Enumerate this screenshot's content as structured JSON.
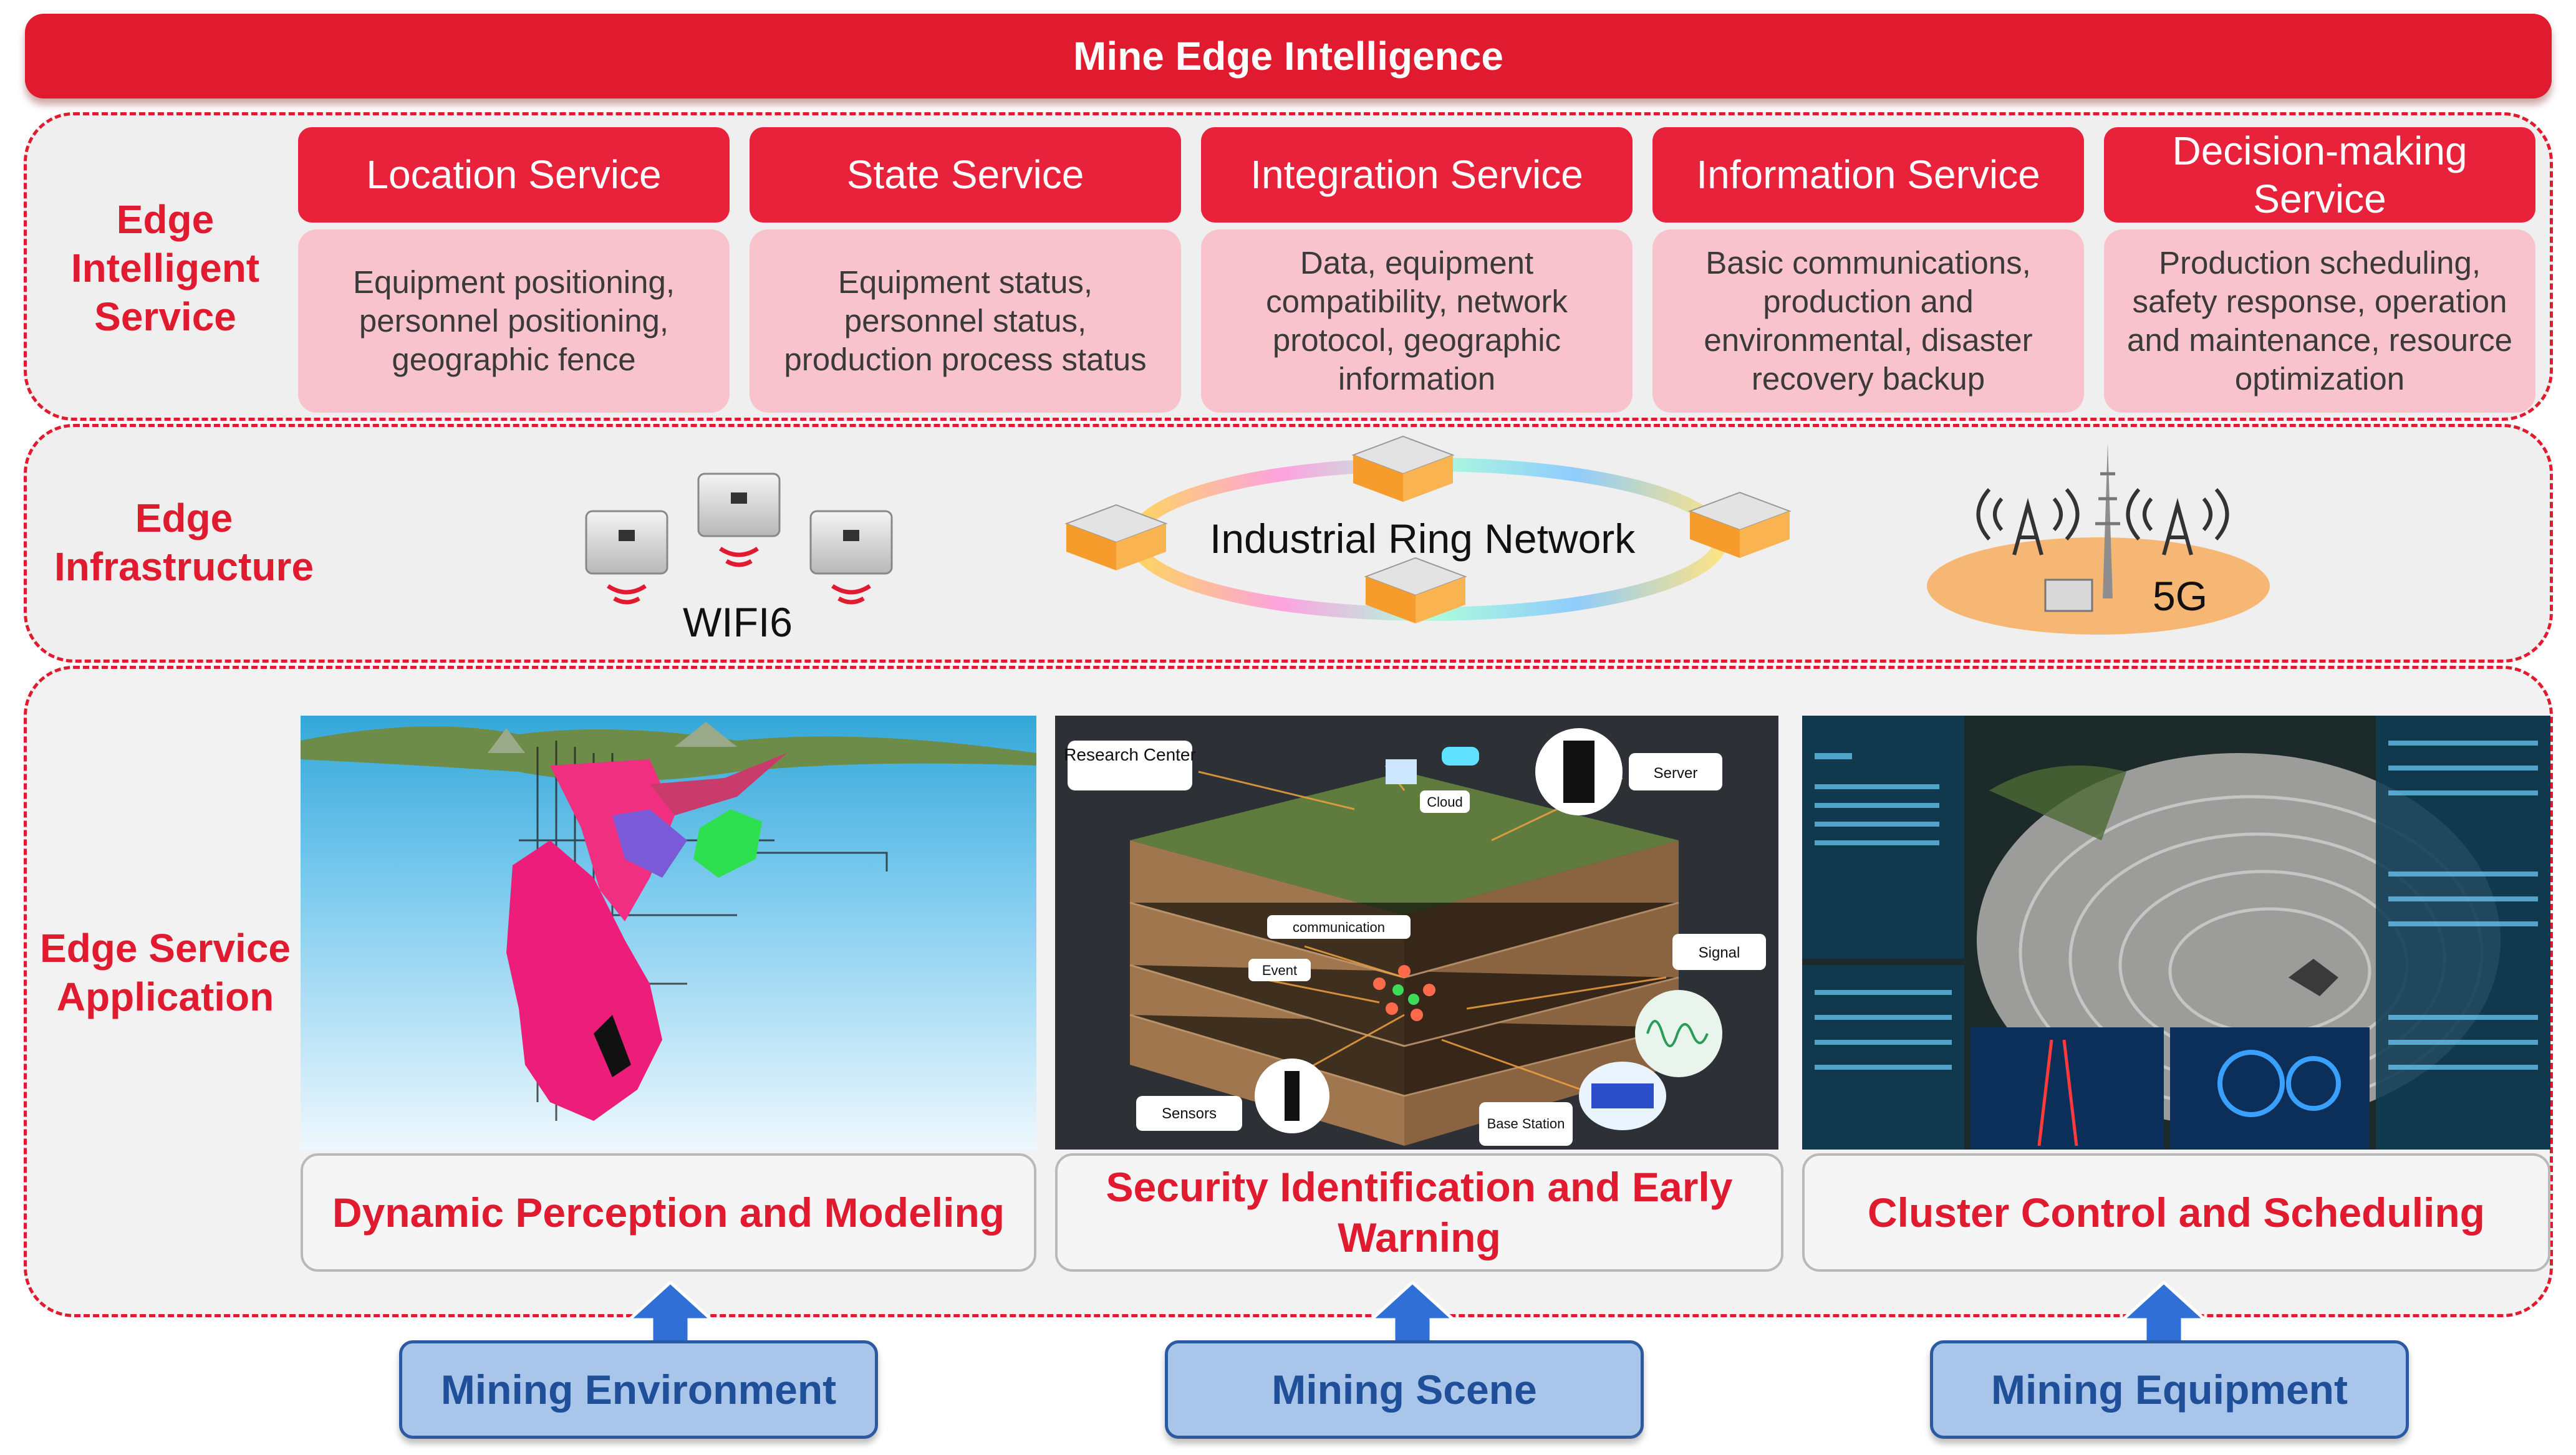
{
  "title": "Mine Edge Intelligence",
  "rows": {
    "intelligent_service": "Edge Intelligent Service",
    "infrastructure": "Edge Infrastructure",
    "service_application": "Edge Service Application"
  },
  "services": [
    {
      "name": "Location Service",
      "desc": "Equipment positioning, personnel positioning, geographic fence"
    },
    {
      "name": "State Service",
      "desc": "Equipment status, personnel status, production process status"
    },
    {
      "name": "Integration Service",
      "desc": "Data, equipment compatibility, network protocol, geographic information"
    },
    {
      "name": "Information Service",
      "desc": "Basic communications, production and environmental, disaster recovery backup"
    },
    {
      "name": "Decision-making Service",
      "desc": "Production scheduling, safety response, operation and maintenance, resource optimization"
    }
  ],
  "infrastructure": {
    "wifi": "WIFI6",
    "ring": "Industrial Ring Network",
    "fiveg": "5G"
  },
  "applications": [
    {
      "name": "Dynamic Perception and Modeling"
    },
    {
      "name": "Security Identification and Early Warning",
      "labels": {
        "research": "Research Center",
        "cloud": "Cloud",
        "server": "Server",
        "communication": "communication",
        "event": "Event",
        "signal": "Signal",
        "sensors": "Sensors",
        "base_station": "Base Station"
      }
    },
    {
      "name": "Cluster Control and Scheduling"
    }
  ],
  "inputs": [
    "Mining Environment",
    "Mining Scene",
    "Mining Equipment"
  ],
  "colors": {
    "accent_red": "#e01b2f",
    "card_pink": "#f8c3cd",
    "input_blue": "#a9c5ea",
    "input_border": "#2c5aa0"
  }
}
